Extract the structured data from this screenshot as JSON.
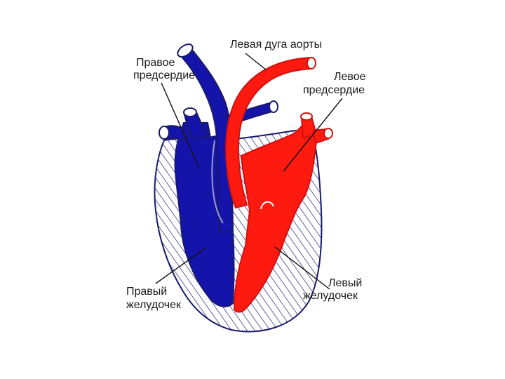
{
  "labels": {
    "right_atrium": [
      "Правое",
      "предсердие"
    ],
    "left_aortic_arch": "Левая дуга аорты",
    "left_atrium": [
      "Левое",
      "предсердие"
    ],
    "right_ventricle": [
      "Правый",
      "желудочек"
    ],
    "left_ventricle": [
      "Левый",
      "желудочек"
    ]
  },
  "colors": {
    "venous_blue": "#1414aa",
    "arterial_red": "#ff1a10",
    "outline": "#1a1a6a",
    "hatch": "#3a3a8a"
  }
}
